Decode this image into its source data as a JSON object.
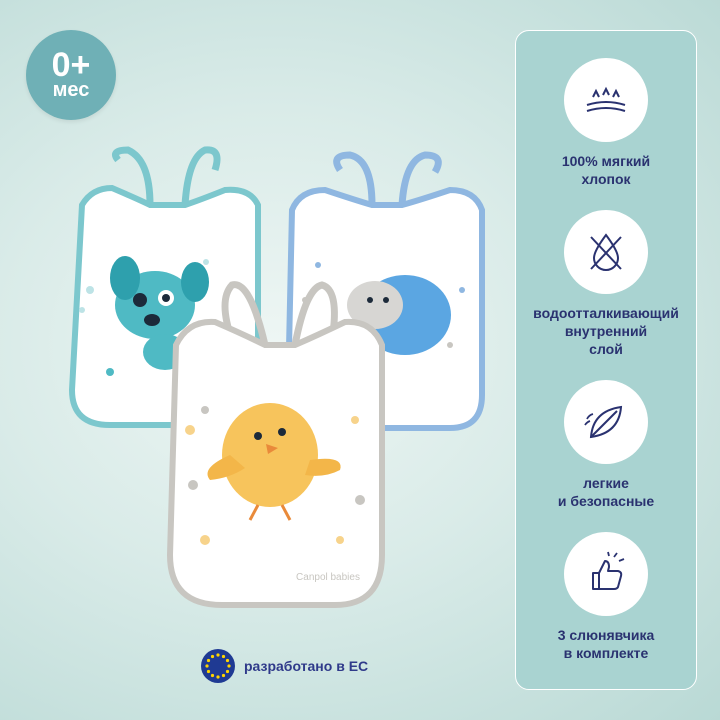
{
  "badge": {
    "number": "0+",
    "unit": "мес"
  },
  "brand": {
    "text": "Canpol babies"
  },
  "eu": {
    "label": "разработано в ЕС"
  },
  "features": [
    {
      "icon": "soft-cotton-icon",
      "label": "100% мягкий\nхлопок"
    },
    {
      "icon": "water-repellent-icon",
      "label": "водоотталкивающий\nвнутренний\nслой"
    },
    {
      "icon": "leaf-icon",
      "label": "легкие\nи безопасные"
    },
    {
      "icon": "thumbs-up-icon",
      "label": "3 слюнявчика\nв комплекте"
    }
  ],
  "colors": {
    "panel": "#a9d3d1",
    "badge": "#6fb0b6",
    "text": "#2a3270",
    "bib_teal": "#7cc7cd",
    "bib_blue": "#8fb7e1",
    "bib_grey": "#c8c6c1"
  }
}
